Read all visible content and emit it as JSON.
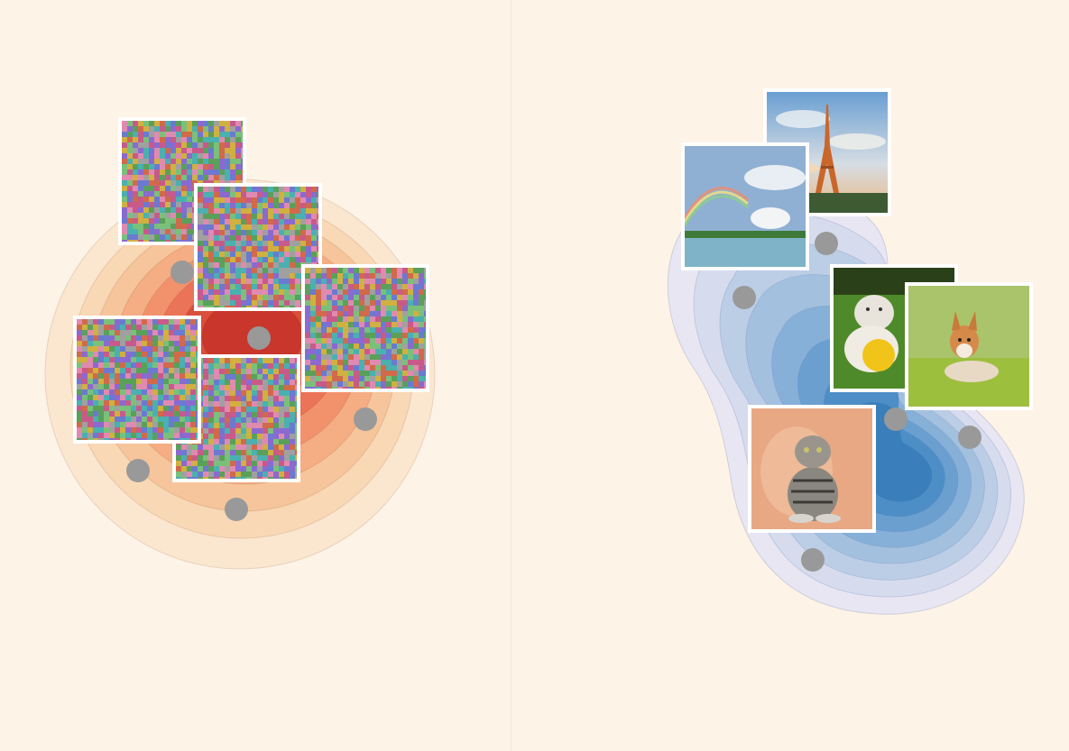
{
  "panels": [
    {
      "name": "noise-panel",
      "density_colors": [
        "#fbe6cf",
        "#f9d8b5",
        "#f7c59b",
        "#f5ad83",
        "#f2926c",
        "#eb7358",
        "#da4e3c",
        "#c9362b"
      ],
      "marker_color": "#999999",
      "points": 6,
      "images": [
        {
          "kind": "noise",
          "label": "random-noise-image"
        },
        {
          "kind": "noise",
          "label": "random-noise-image"
        },
        {
          "kind": "noise",
          "label": "random-noise-image"
        },
        {
          "kind": "noise",
          "label": "random-noise-image"
        },
        {
          "kind": "noise",
          "label": "random-noise-image"
        }
      ]
    },
    {
      "name": "photo-panel",
      "density_colors": [
        "#e9e6f4",
        "#d6dcee",
        "#bccde6",
        "#a3c0df",
        "#87b0d8",
        "#6a9fcf",
        "#4e8ec6",
        "#3a7fbb"
      ],
      "marker_color": "#999999",
      "points": 6,
      "images": [
        {
          "kind": "photo",
          "label": "eiffel-tower-photo"
        },
        {
          "kind": "photo",
          "label": "rainbow-lake-photo"
        },
        {
          "kind": "photo",
          "label": "bulldog-ball-photo"
        },
        {
          "kind": "photo",
          "label": "corgi-grass-photo"
        },
        {
          "kind": "photo",
          "label": "scottish-fold-cat-photo"
        }
      ]
    }
  ]
}
